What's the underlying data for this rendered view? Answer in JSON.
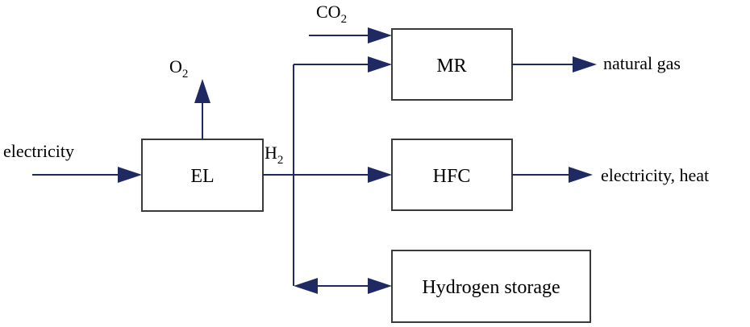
{
  "boxes": {
    "el": "EL",
    "mr": "MR",
    "hfc": "HFC",
    "storage": "Hydrogen storage"
  },
  "labels": {
    "electricity_in": "electricity",
    "o2_base": "O",
    "o2_sub": "2",
    "h2_base": "H",
    "h2_sub": "2",
    "co2_base": "CO",
    "co2_sub": "2",
    "natural_gas": "natural gas",
    "electricity_heat": "electricity, heat"
  },
  "colors": {
    "arrow": "#1f2a63",
    "box_border": "#3a3a3a",
    "text": "#000000",
    "background": "#ffffff"
  }
}
